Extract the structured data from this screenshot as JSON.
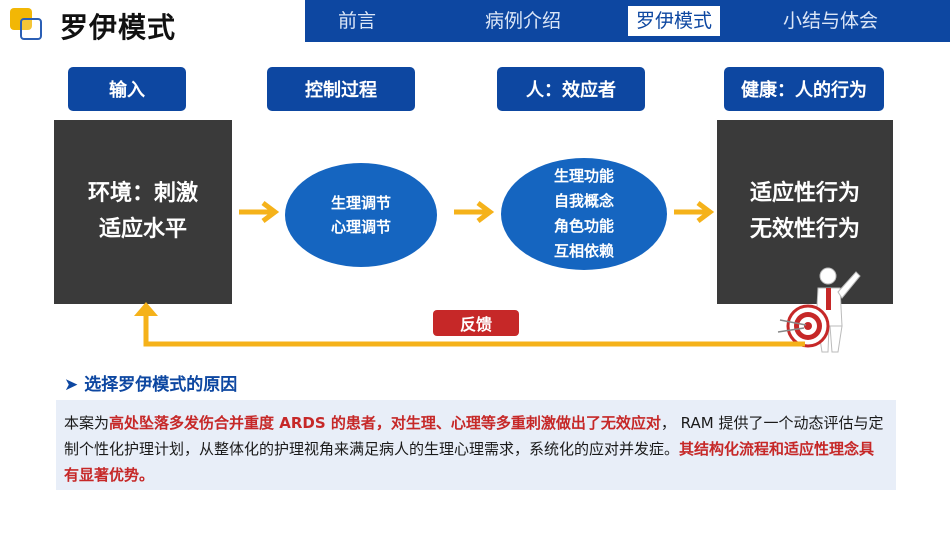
{
  "header": {
    "title": "罗伊模式",
    "tabs": [
      {
        "label": "前言"
      },
      {
        "label": "病例介绍"
      },
      {
        "label": "罗伊模式",
        "active": true
      },
      {
        "label": "小结与体会"
      }
    ]
  },
  "diagram": {
    "labels": [
      "输入",
      "控制过程",
      "人：效应者",
      "健康：人的行为"
    ],
    "input_box": [
      "环境：刺激",
      "适应水平"
    ],
    "control_ellipse": [
      "生理调节",
      "心理调节"
    ],
    "effector_ellipse": [
      "生理功能",
      "自我概念",
      "角色功能",
      "互相依赖"
    ],
    "output_box": [
      "适应性行为",
      "无效性行为"
    ],
    "feedback": "反馈"
  },
  "reason": {
    "heading": "选择罗伊模式的原因",
    "p1": "本案为",
    "p2": "高处坠落多发伤合并重度 ARDS 的患者，对生理、心理等多重刺激做出了无效应对",
    "p3": "， RAM 提供了一个动态评估与定制个性化护理计划，从整体化的护理视角来满足病人的生理心理需求，系统化的应对并发症。",
    "p4": "其结构化流程和适应性理念具有显著优势。"
  },
  "colors": {
    "primary": "#0d47a1",
    "ellipse": "#1565c0",
    "dark": "#3a3a3a",
    "arrow": "#f5b21a",
    "accent_red": "#c62828"
  }
}
